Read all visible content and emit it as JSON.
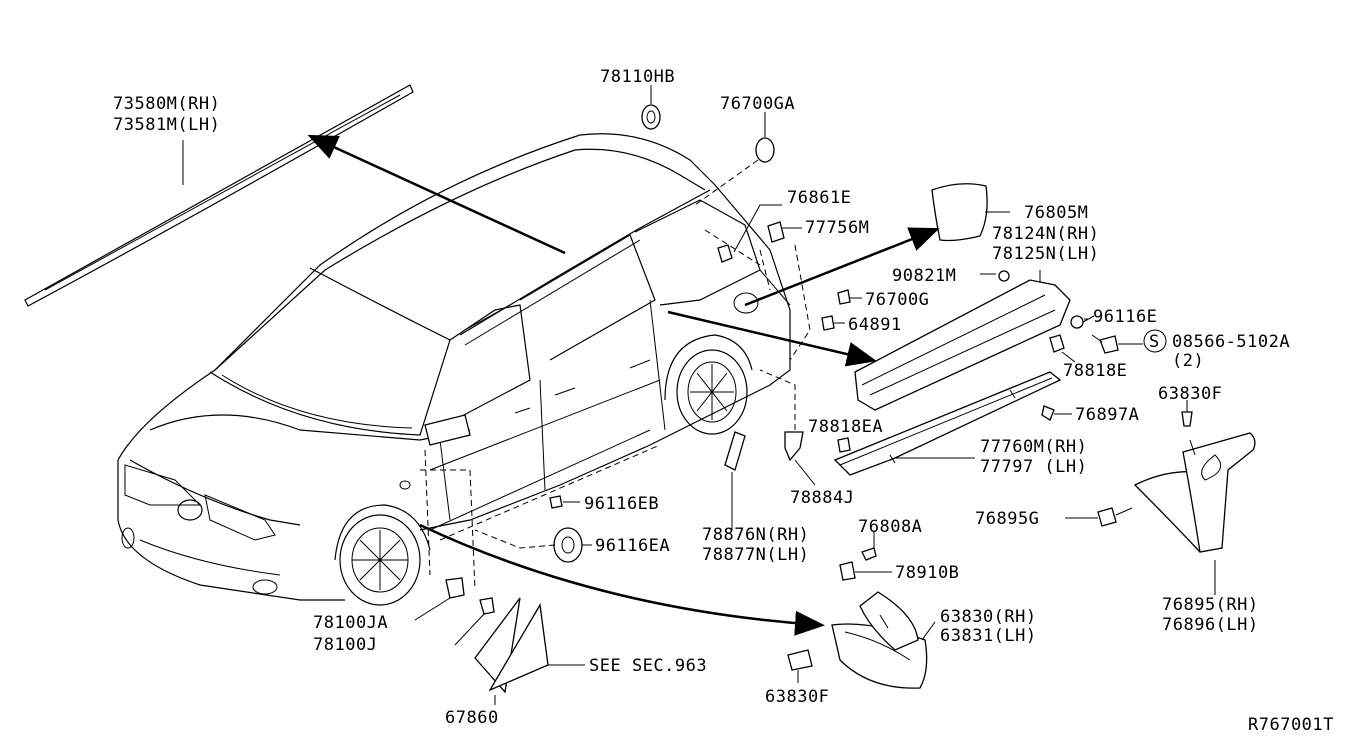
{
  "labels": {
    "l_73580m": "73580M(RH)",
    "l_73581m": "73581M(LH)",
    "l_78110hb": "78110HB",
    "l_76700ga": "76700GA",
    "l_76861e": "76861E",
    "l_77756m": "77756M",
    "l_76805m": "76805M",
    "l_78124n": "78124N(RH)",
    "l_78125n": "78125N(LH)",
    "l_90821m": "90821M",
    "l_76700g": "76700G",
    "l_64891": "64891",
    "l_96116e": "96116E",
    "l_s_marker": "S",
    "l_08566": "08566-5102A",
    "l_qty2": "(2)",
    "l_78818e": "78818E",
    "l_63830f_top": "63830F",
    "l_76897a": "76897A",
    "l_78818ea": "78818EA",
    "l_77760m": "77760M(RH)",
    "l_77797": "77797 (LH)",
    "l_78884j": "78884J",
    "l_96116eb": "96116EB",
    "l_78876n": "78876N(RH)",
    "l_78877n": "78877N(LH)",
    "l_76808a": "76808A",
    "l_76895g": "76895G",
    "l_96116ea": "96116EA",
    "l_78910b": "78910B",
    "l_76895": "76895(RH)",
    "l_76896": "76896(LH)",
    "l_63830": "63830(RH)",
    "l_63831": "63831(LH)",
    "l_78100ja": "78100JA",
    "l_78100j": "78100J",
    "l_see_sec": "SEE SEC.963",
    "l_63830f_bot": "63830F",
    "l_67860": "67860",
    "l_ref": "R767001T"
  },
  "icons": {
    "vehicle": "minivan-outline-icon",
    "roof_rail": "roof-molding-icon",
    "mud_guard": "mud-guard-icon",
    "clip": "clip-icon",
    "screw": "screw-icon",
    "grommet": "grommet-icon"
  },
  "colors": {
    "line": "#000000",
    "background": "#ffffff"
  }
}
